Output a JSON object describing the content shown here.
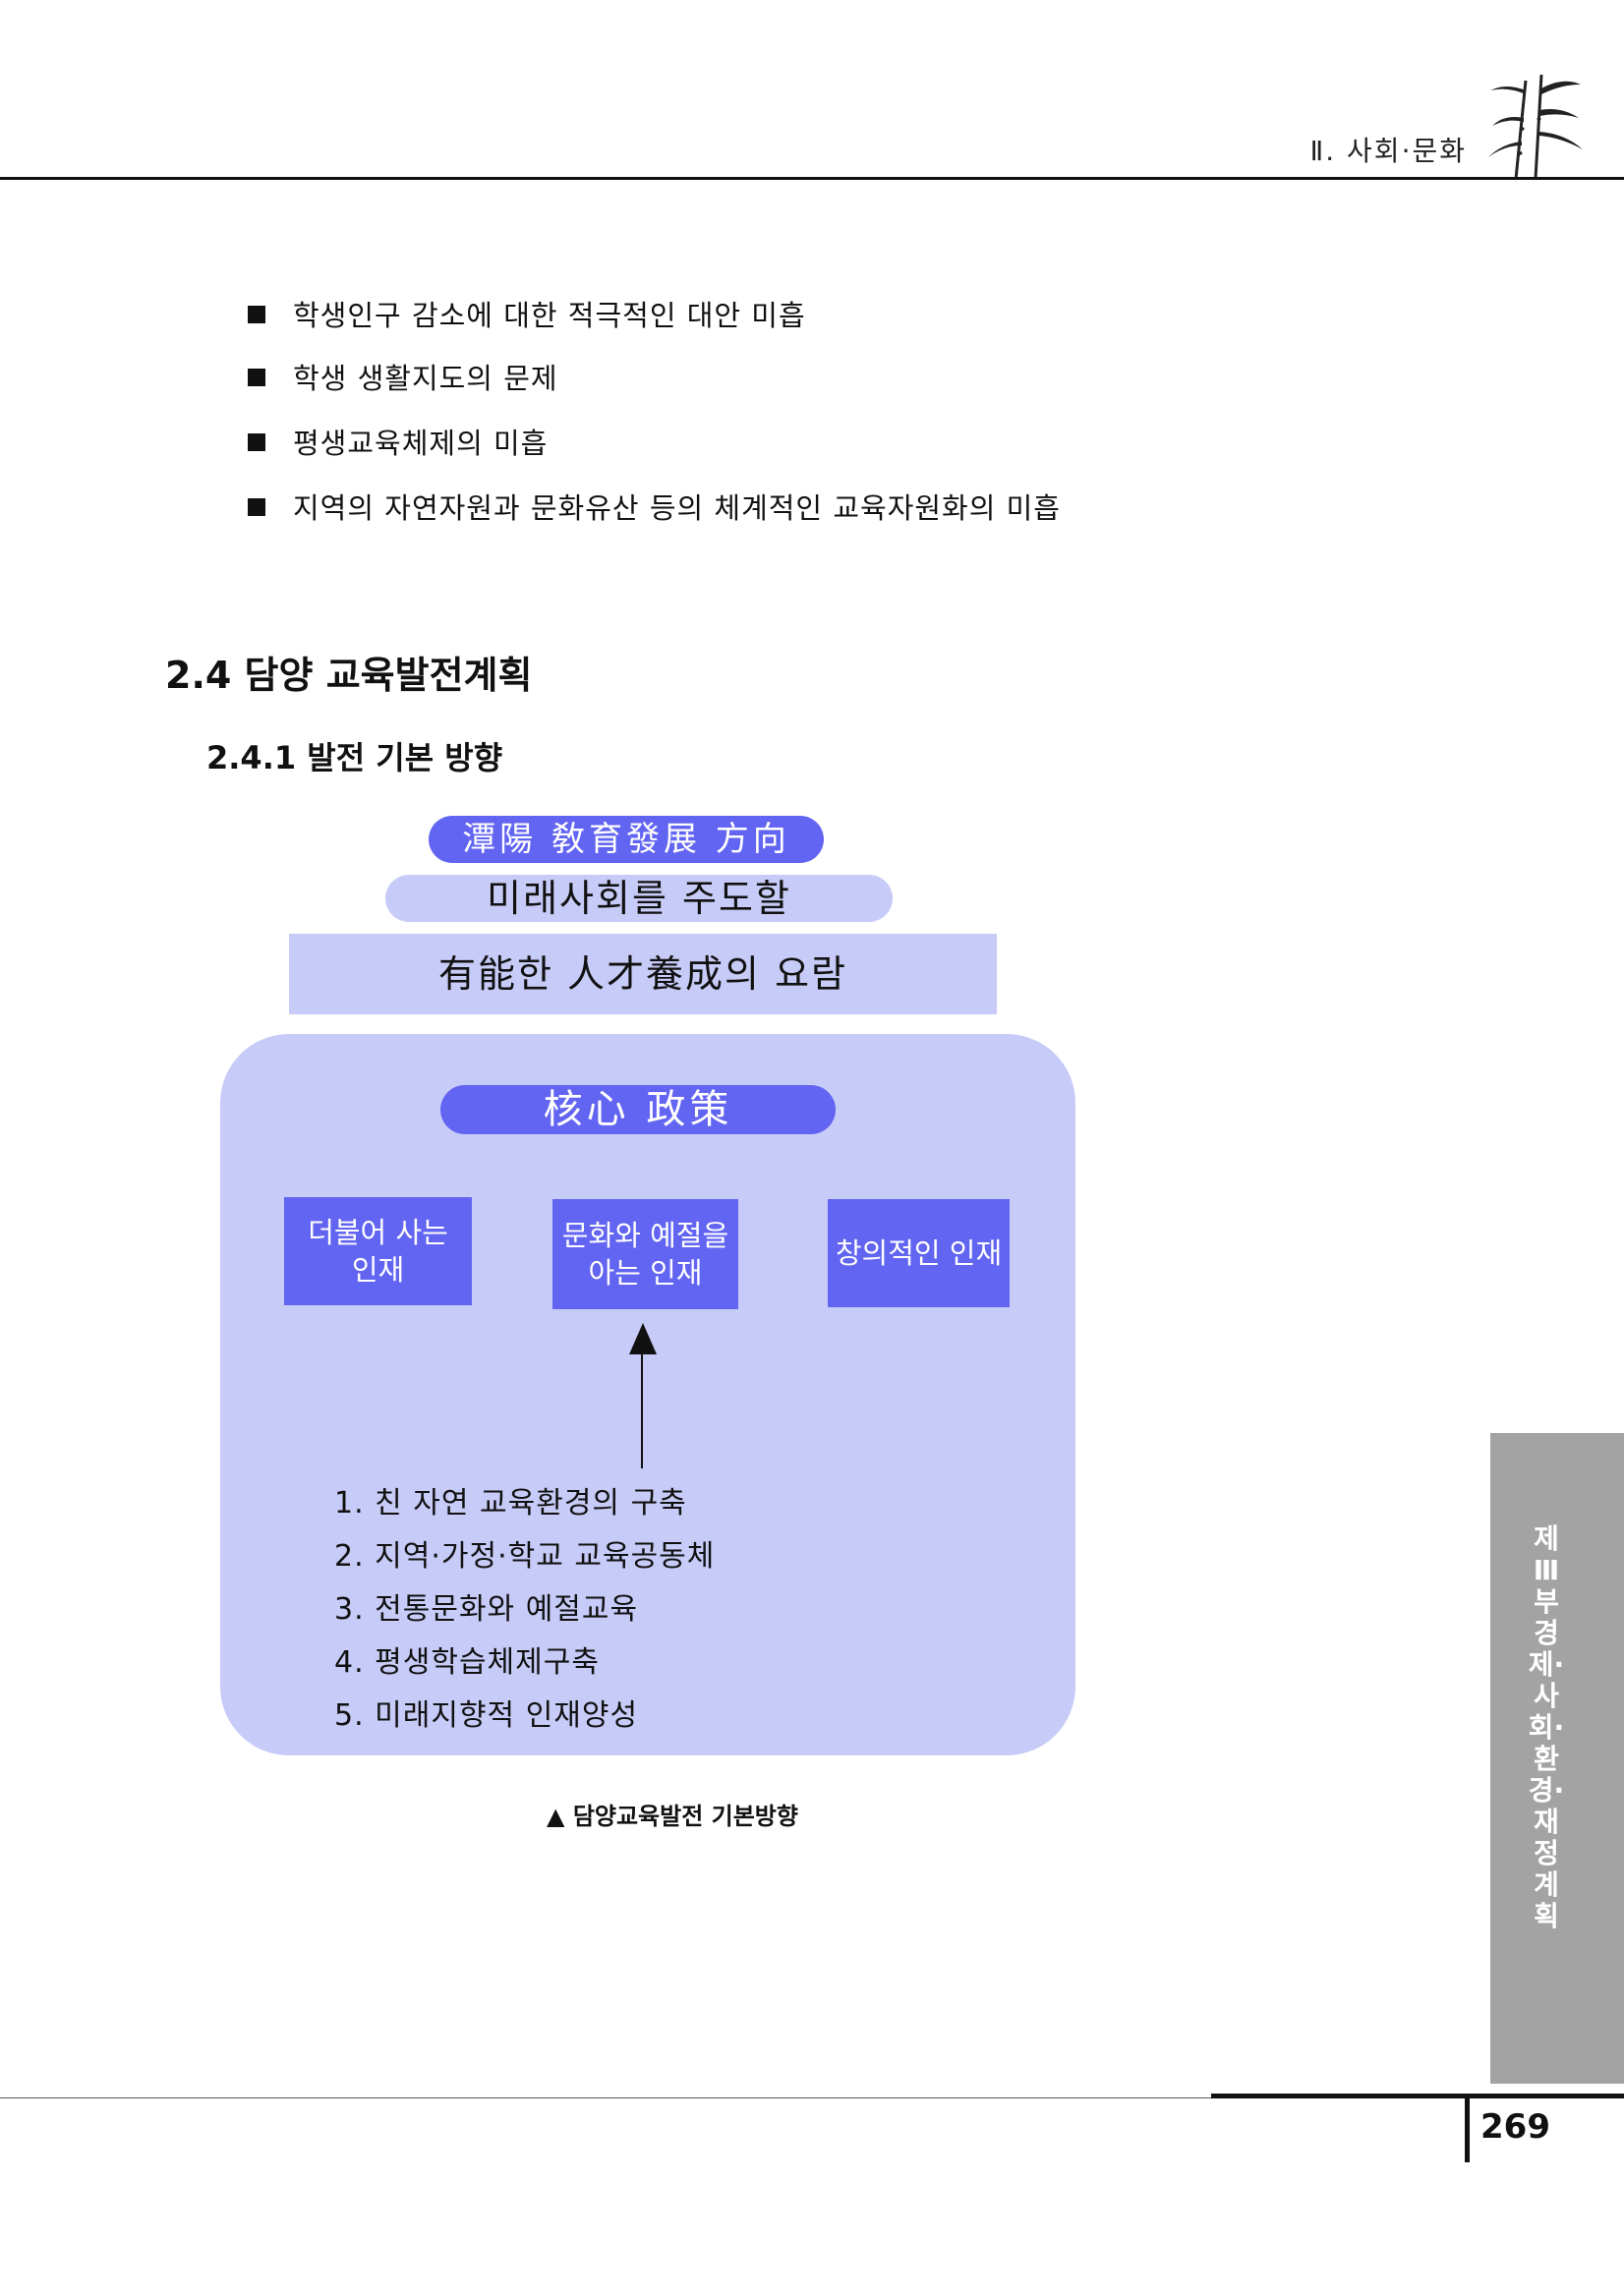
{
  "header": {
    "section": "Ⅱ. 사회·문화"
  },
  "bullets": [
    "학생인구 감소에 대한 적극적인 대안 미흡",
    "학생 생활지도의 문제",
    "평생교육체제의 미흡",
    "지역의 자연자원과 문화유산 등의 체계적인 교육자원화의 미흡"
  ],
  "section_title": "2.4 담양 교육발전계획",
  "subsection_title": "2.4.1 발전 기본 방향",
  "diagram": {
    "title": "潭陽 敎育發展 方向",
    "subtitle": "미래사회를 주도할",
    "goal": "有能한 人才養成의 요람",
    "core": "核心 政策",
    "boxes": [
      {
        "line1": "더불어 사는",
        "line2": "인재"
      },
      {
        "line1": "문화와 예절을",
        "line2": "아는 인재"
      },
      {
        "line1": "창의적인 인재",
        "line2": ""
      }
    ],
    "policies": [
      "1. 친 자연 교육환경의 구축",
      "2. 지역·가정·학교 교육공동체",
      "3. 전통문화와 예절교육",
      "4. 평생학습체제구축",
      "5. 미래지향적 인재양성"
    ],
    "caption": "▲ 담양교육발전 기본방향"
  },
  "side_tab": "제Ⅲ부 경제·사회·환경·재정계획",
  "page_number": "269"
}
